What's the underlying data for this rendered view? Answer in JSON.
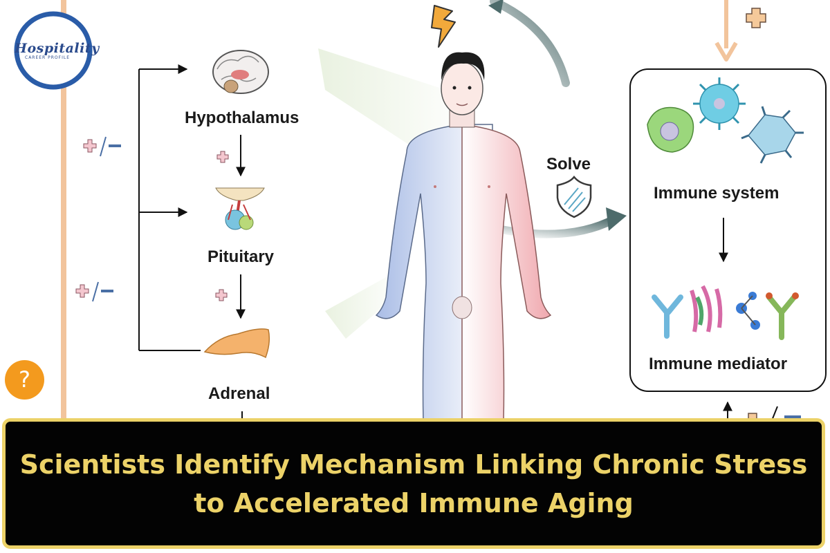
{
  "logo": {
    "wordmark": "Hospitality",
    "tagline": "CAREER PROFILE"
  },
  "diagram": {
    "hypothalamus_label": "Hypothalamus",
    "pituitary_label": "Pituitary",
    "adrenal_label": "Adrenal",
    "solve_label": "Solve",
    "immune_system_label": "Immune system",
    "immune_mediator_label": "Immune mediator"
  },
  "help_button": {
    "glyph": "?"
  },
  "banner": {
    "title": "Scientists Identify Mechanism Linking Chronic Stress to Accelerated Immune Aging"
  },
  "colors": {
    "banner_bg": "#030303",
    "banner_text": "#ecd268",
    "feedback_line": "#f2c49c",
    "plus_pink": "#e9a9b6",
    "minus_blue": "#4a6fa5",
    "help_orange": "#f39a1e"
  }
}
